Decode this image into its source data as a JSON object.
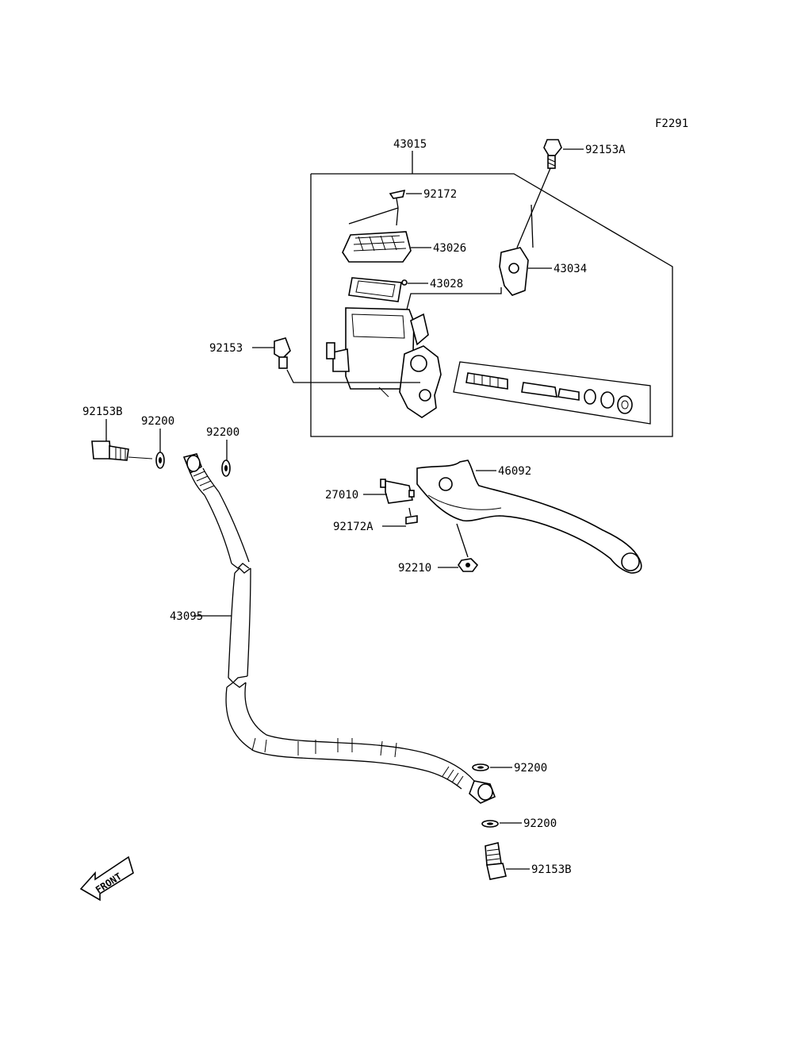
{
  "figure_code": "F2291",
  "front_label": "FRONT",
  "labels": {
    "l43015": "43015",
    "l92153A": "92153A",
    "l92172": "92172",
    "l43026": "43026",
    "l43028": "43028",
    "l43034": "43034",
    "l92153": "92153",
    "l92153B_top": "92153B",
    "l92200_a": "92200",
    "l92200_b": "92200",
    "l46092": "46092",
    "l27010": "27010",
    "l92172A": "92172A",
    "l92210": "92210",
    "l43095": "43095",
    "l92200_c": "92200",
    "l92200_d": "92200",
    "l92153B_bot": "92153B"
  }
}
